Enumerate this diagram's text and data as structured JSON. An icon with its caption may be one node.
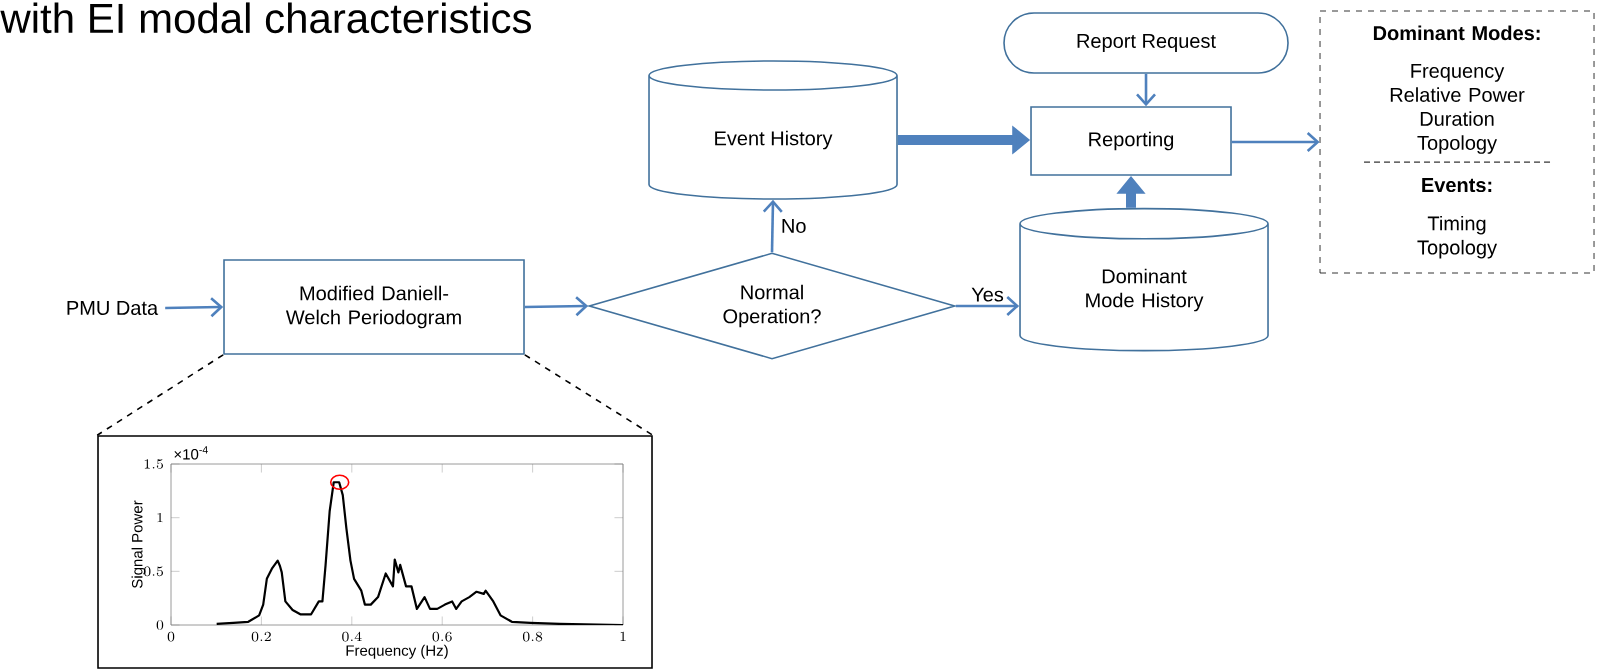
{
  "diagram": {
    "nodes": [
      {
        "text": [
          "PMU Data"
        ]
      },
      {
        "text": [
          "Modified Daniell-Welch Periodogram"
        ]
      },
      {
        "text": [
          "Normal Operation?"
        ]
      },
      {
        "text": [
          "Event History"
        ]
      },
      {
        "text": [
          "Dominant Mode History"
        ]
      },
      {
        "text": [
          "Report Request"
        ]
      },
      {
        "text": [
          "Reporting"
        ]
      },
      {
        "text": [
          "Dominant Modes:",
          "Frequency Relative Power Duration Topology",
          "Events:",
          "Timing Topology"
        ]
      },
      {
        "text": [],
        "shape": "box"
      }
    ],
    "edges": [
      {
        "from": 0,
        "to": 1,
        "arrow": "to"
      },
      {
        "from": 1,
        "to": 2,
        "arrow": "to"
      },
      {
        "from": 2,
        "to": 3,
        "arrow": "to",
        "label": "No"
      },
      {
        "from": 2,
        "to": 4,
        "arrow": "to",
        "label": "Yes"
      },
      {
        "from": 3,
        "to": 6,
        "arrow": "to",
        "style": "thick"
      },
      {
        "from": 4,
        "to": 6,
        "arrow": "to",
        "style": "thick"
      },
      {
        "from": 5,
        "to": 6,
        "arrow": "to"
      },
      {
        "from": 6,
        "to": 7,
        "arrow": "to"
      },
      {
        "from": 1,
        "to": 8,
        "arrow": "none",
        "style": "dashed",
        "color": "#000000"
      },
      {
        "from": 1,
        "to": 8,
        "arrow": "none",
        "style": "dashed",
        "color": "#000000"
      }
    ],
    "labels": [
      "with EI modal characteristics"
    ],
    "chart_data": {
      "type": "line",
      "xlabel": "Frequency (Hz)",
      "ylabel": "Signal Power",
      "x": [
        0.101,
        0.138,
        0.171,
        0.195,
        0.204,
        0.212,
        0.224,
        0.236,
        0.241,
        0.245,
        0.253,
        0.269,
        0.286,
        0.31,
        0.327,
        0.335,
        0.342,
        0.351,
        0.36,
        0.372,
        0.38,
        0.388,
        0.397,
        0.405,
        0.421,
        0.429,
        0.442,
        0.458,
        0.475,
        0.491,
        0.495,
        0.503,
        0.507,
        0.52,
        0.532,
        0.544,
        0.561,
        0.573,
        0.589,
        0.606,
        0.622,
        0.631,
        0.643,
        0.66,
        0.676,
        0.692,
        0.696,
        0.713,
        0.729,
        0.754,
        0.795,
        0.86,
        1.0
      ],
      "series": [
        {
          "color": "#000000",
          "values": [
            0.01,
            0.02,
            0.03,
            0.09,
            0.19,
            0.43,
            0.53,
            0.6,
            0.55,
            0.49,
            0.22,
            0.14,
            0.1,
            0.1,
            0.22,
            0.22,
            0.56,
            1.06,
            1.33,
            1.33,
            1.21,
            0.9,
            0.6,
            0.43,
            0.32,
            0.19,
            0.19,
            0.26,
            0.48,
            0.36,
            0.61,
            0.49,
            0.56,
            0.36,
            0.36,
            0.15,
            0.26,
            0.15,
            0.15,
            0.19,
            0.22,
            0.15,
            0.22,
            0.26,
            0.31,
            0.29,
            0.32,
            0.22,
            0.09,
            0.03,
            0.02,
            0.01,
            0
          ]
        }
      ],
      "xlim": [
        0,
        1
      ],
      "ylim": [
        0,
        1.5
      ],
      "xticks": [
        0,
        0.2,
        0.4,
        0.6,
        0.8,
        1
      ],
      "yticks": [
        0,
        0.5,
        1,
        1.5
      ],
      "annotations": [
        "×10$^{-4}$"
      ]
    }
  }
}
